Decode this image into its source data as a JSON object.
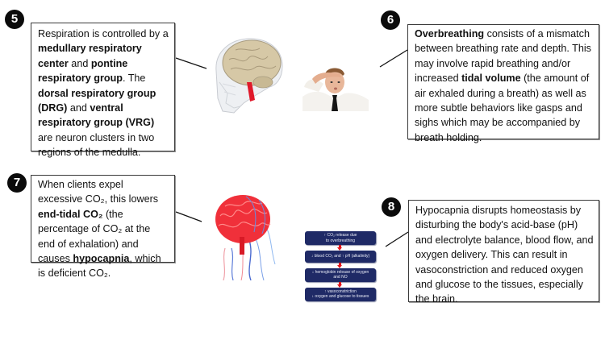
{
  "steps": [
    {
      "number": "5",
      "parts": [
        {
          "t": "Respiration is controlled by a ",
          "b": false
        },
        {
          "t": "medullary respiratory center",
          "b": true
        },
        {
          "t": " and ",
          "b": false
        },
        {
          "t": "pontine respiratory group",
          "b": true
        },
        {
          "t": ". The ",
          "b": false
        },
        {
          "t": "dorsal respiratory group (DRG)",
          "b": true
        },
        {
          "t": " and ",
          "b": false
        },
        {
          "t": "ventral respiratory group (VRG)",
          "b": true
        },
        {
          "t": " are neuron clusters in two regions of the medulla.",
          "b": false
        }
      ],
      "image": "transparent-skull-brain-brainstem-illustration"
    },
    {
      "number": "6",
      "parts": [
        {
          "t": "Overbreathing",
          "b": true
        },
        {
          "t": " consists of a mismatch between breathing rate and depth. This may involve rapid breathing and/or increased ",
          "b": false
        },
        {
          "t": "tidal volume",
          "b": true
        },
        {
          "t": " (the amount of air exhaled during a breath) as well as more subtle behaviors like gasps and sighs which may be accompanied by breath holding.",
          "b": false
        }
      ],
      "image": "stressed-man-hand-on-forehead-photo"
    },
    {
      "number": "7",
      "parts": [
        {
          "t": "When clients expel excessive CO₂, this lowers ",
          "b": false
        },
        {
          "t": "end-tidal CO₂",
          "b": true
        },
        {
          "t": " (the percentage of CO₂ at the end of exhalation) and causes ",
          "b": false
        },
        {
          "t": "hypocapnia",
          "b": true
        },
        {
          "t": ", which is deficient CO₂.",
          "b": false
        }
      ],
      "image": "red-brain-blood-vessels-illustration"
    },
    {
      "number": "8",
      "parts": [
        {
          "t": "Hypocapnia disrupts homeostasis by disturbing the body's acid-base (pH) and electrolyte balance, blood flow, and oxygen delivery. This can result in vasoconstriction and reduced oxygen and glucose to the tissues, especially the brain.",
          "b": false
        }
      ],
      "image": "hypocapnia-flowchart"
    }
  ],
  "flowchart": {
    "steps": [
      [
        "↑ CO₂ release due",
        "to overbreathing"
      ],
      [
        "↓ blood CO₂ and ↑ pH (alkalinity)"
      ],
      [
        "↓ hemoglobin release of oxygen",
        "and NO"
      ],
      [
        "↑ vasoconstriction",
        "↓ oxygen and glucose to tissues"
      ]
    ],
    "box_color": "#1f2a66",
    "arrow_color": "#e3161b"
  }
}
